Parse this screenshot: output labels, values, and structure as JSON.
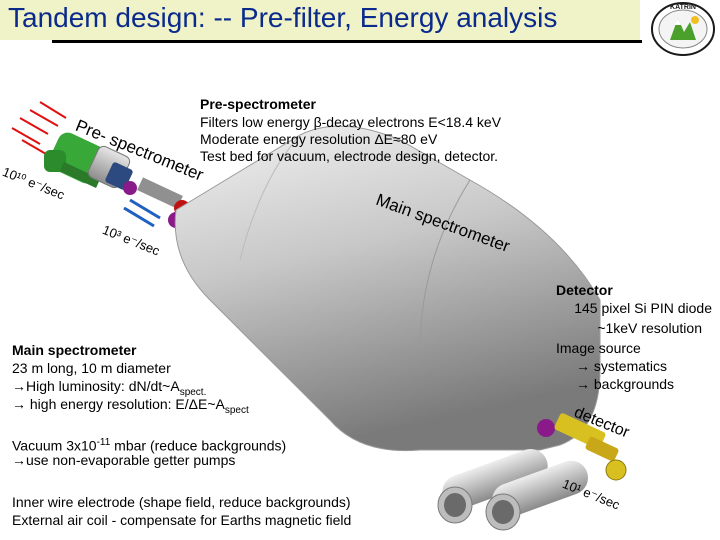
{
  "title": "Tandem design: -- Pre-filter, Energy analysis",
  "logo_text": "KATRIN",
  "pre_spectrometer": {
    "heading": "Pre-spectrometer",
    "lines": [
      "Filters low energy β-decay electrons E<18.4 keV",
      "Moderate energy resolution ΔE≈80 eV",
      "Test bed for vacuum, electrode design, detector."
    ]
  },
  "labels": {
    "pre_spectrometer_curved": "Pre- spectrometer",
    "main_spectrometer_curved": "Main spectrometer",
    "detector_curved": "detector",
    "rate_in": "10¹⁰ e⁻/sec",
    "rate_mid": "10³ e⁻/sec",
    "rate_out": "10¹ e⁻/sec"
  },
  "detector": {
    "heading": "Detector",
    "lines": [
      "145 pixel Si PIN diode",
      "~1keV resolution",
      "Image source",
      "→ systematics",
      "→ backgrounds"
    ]
  },
  "main_spectrometer": {
    "heading": "Main spectrometer",
    "line1": "23 m long, 10 m diameter",
    "line2_prefix": "→High luminosity: dN/dt~A",
    "line2_sub": "spect.",
    "line3_prefix": "→ high energy resolution: E/ΔE~A",
    "line3_sub": "spect"
  },
  "vacuum": {
    "line1_prefix": "Vacuum 3x10",
    "line1_sup": "-11",
    "line1_suffix": " mbar (reduce backgrounds)",
    "line2": "→use non-evaporable getter pumps"
  },
  "electrode": {
    "line1": "Inner wire electrode (shape field, reduce backgrounds)",
    "line2": "External air coil - compensate for Earths magnetic field"
  }
}
